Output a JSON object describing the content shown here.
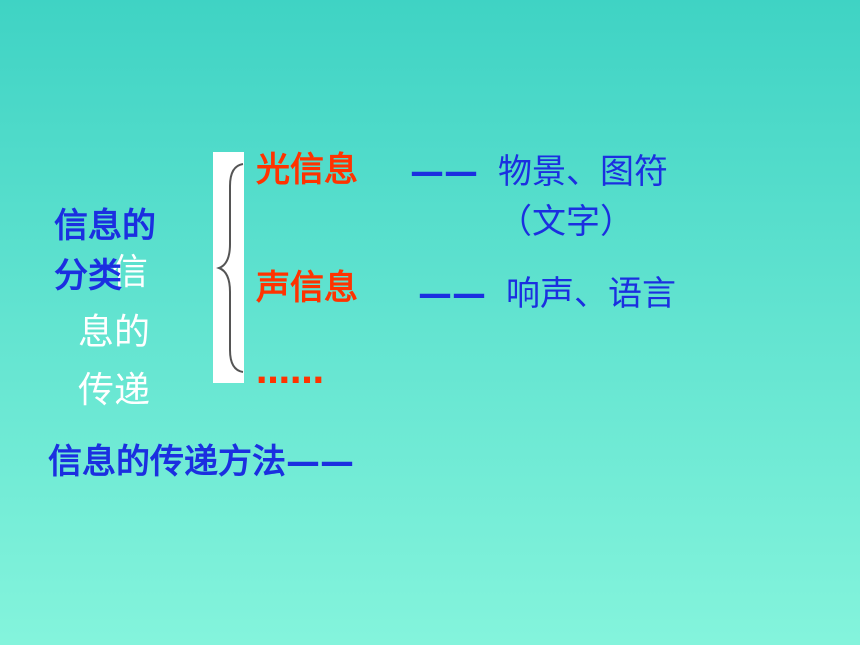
{
  "ghost": {
    "line1": "信",
    "line2": "息的",
    "line3": "传递"
  },
  "classification": {
    "line1": "信息的",
    "line2": "分类"
  },
  "items": {
    "light": "光信息",
    "sound": "声信息",
    "etc": "……"
  },
  "dash": "——",
  "descriptions": {
    "light_line1": "物景、图符",
    "light_line2": "（文字）",
    "sound": "响声、语言"
  },
  "method": {
    "text": "信息的传递方法",
    "dash": "——"
  }
}
